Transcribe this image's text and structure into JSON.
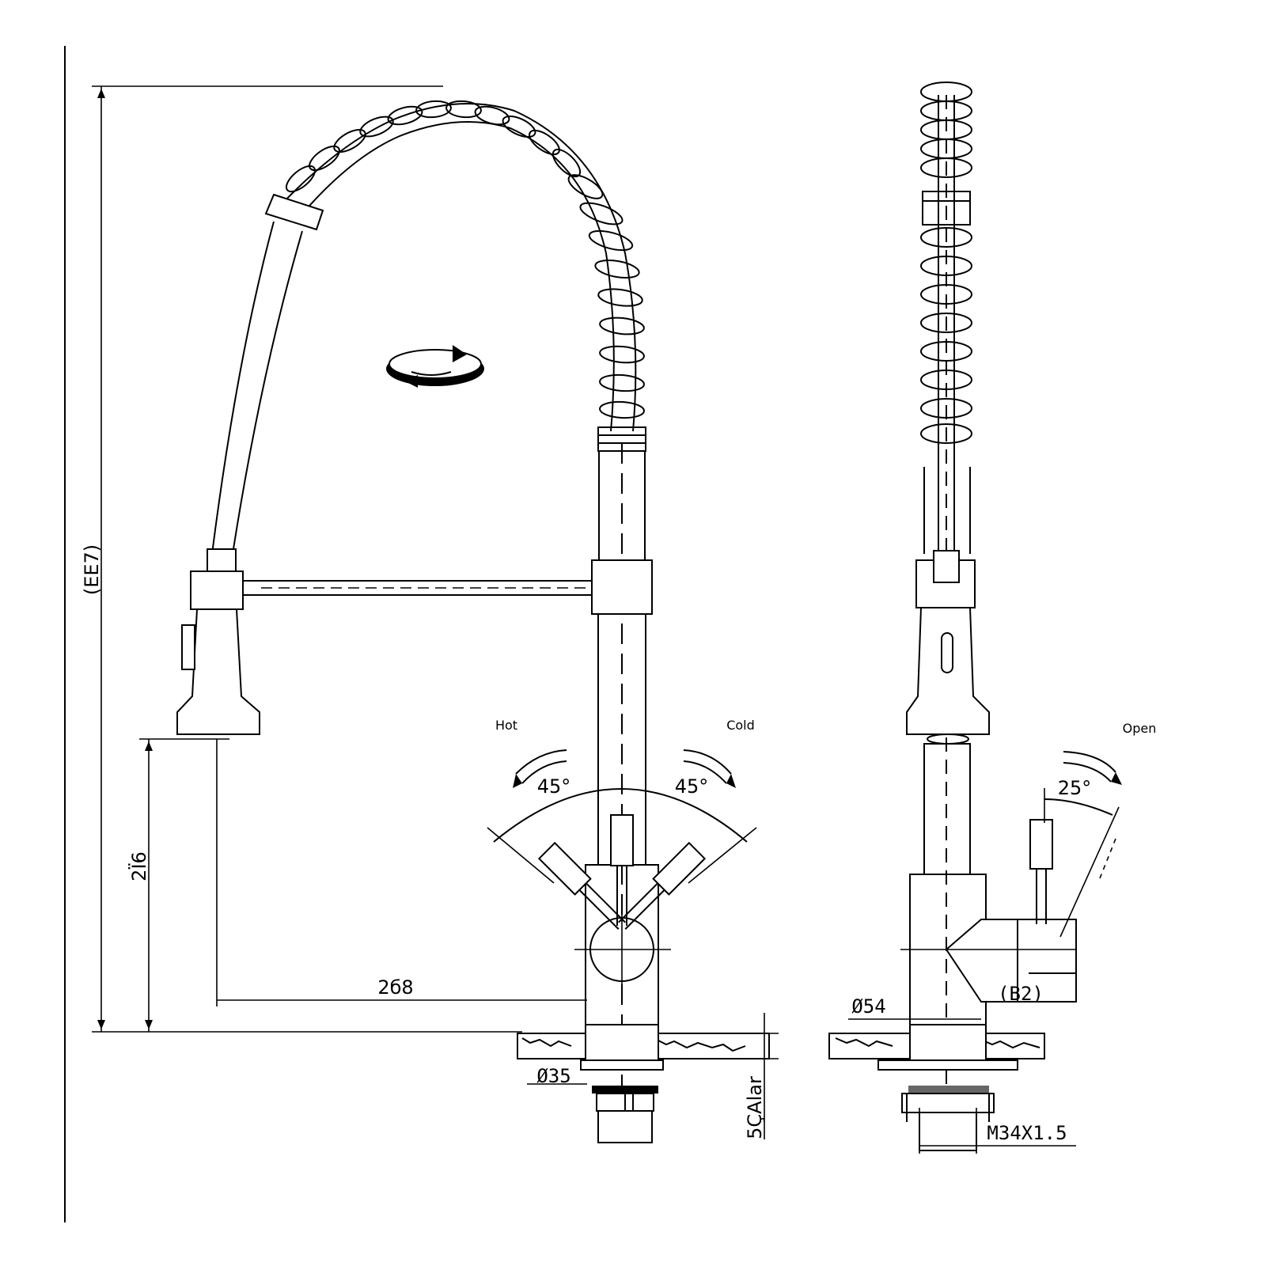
{
  "drawing": {
    "front_view": {
      "dim_height": "(EE7)",
      "dim_spout_height": "2Ϊ6",
      "dim_reach": "2б8",
      "dim_base_dia": "Ø35",
      "dim_thickness": "5ÇAlar",
      "angle_left": "45°",
      "angle_right": "45°",
      "label_hot": "Hot",
      "label_cold": "Cold"
    },
    "side_view": {
      "dim_body_dia": "Ø54",
      "dim_offset": "(B2)",
      "dim_thread": "M34X1.5",
      "angle_open": "25°",
      "label_open": "Open"
    }
  },
  "icons": {
    "rotation": "rotate-360-icon"
  }
}
